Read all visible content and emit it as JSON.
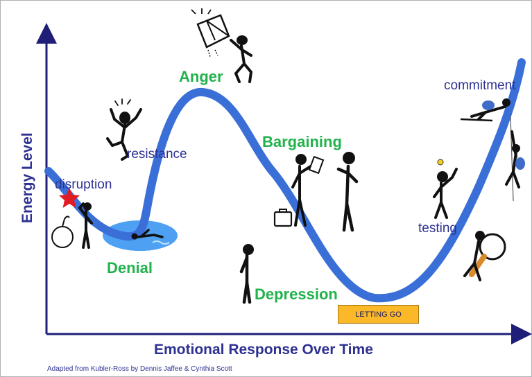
{
  "axes": {
    "y_label": "Energy Level",
    "x_label": "Emotional Response Over Time"
  },
  "stages": {
    "denial": "Denial",
    "anger": "Anger",
    "bargaining": "Bargaining",
    "depression": "Depression"
  },
  "annotations": {
    "disruption": "disruption",
    "resistance": "resistance",
    "testing": "testing",
    "commitment": "commitment"
  },
  "box": {
    "letting_go": "LETTING GO"
  },
  "credit": "Adapted from Kubler-Ross by Dennis Jaffee & Cynthia Scott",
  "colors": {
    "curve": "#3a6fd8",
    "axis": "#1f1f7a",
    "stage": "#22b24c",
    "annotation": "#2e3192",
    "box": "#fbb829",
    "star": "#e01b24",
    "water": "#2f8ff0"
  },
  "illustrations": [
    "bomb-icon",
    "stick-figure-hand-on-head",
    "swimmer-in-pool",
    "screaming-figure",
    "figure-throwing-box",
    "figure-with-clipboard",
    "figure-with-briefcase",
    "figure-pointing",
    "head-down-figure",
    "figure-with-lightbulb",
    "magnifying-glass",
    "climbers-on-rope"
  ]
}
